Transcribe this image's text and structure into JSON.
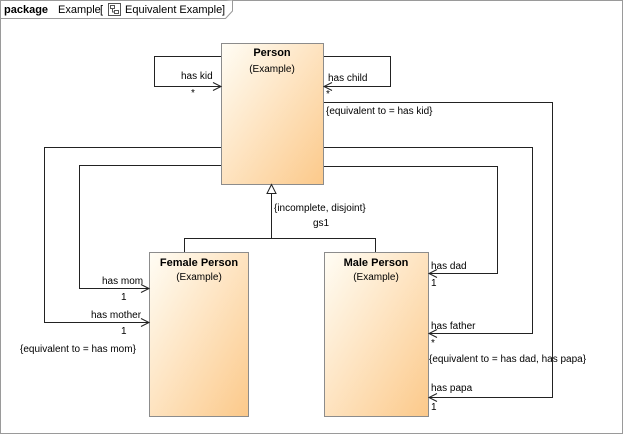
{
  "frame": {
    "keyword": "package",
    "name": "Example",
    "bracket_open": "[",
    "diagram_name": "Equivalent Example",
    "bracket_close": "]",
    "icon": "class-diagram-icon"
  },
  "classes": {
    "person": {
      "name": "Person",
      "owner": "(Example)"
    },
    "female": {
      "name": "Female Person",
      "owner": "(Example)"
    },
    "male": {
      "name": "Male Person",
      "owner": "(Example)"
    }
  },
  "generalization": {
    "constraint": "{incomplete, disjoint}",
    "set_name": "gs1"
  },
  "associations": {
    "has_kid": {
      "role": "has kid",
      "mult": "*"
    },
    "has_child": {
      "role": "has child",
      "mult": "*",
      "constraint": "{equivalent to = has kid}"
    },
    "has_mom": {
      "role": "has mom",
      "mult": "1"
    },
    "has_mother": {
      "role": "has mother",
      "mult": "1",
      "constraint": "{equivalent to = has mom}"
    },
    "has_dad": {
      "role": "has dad",
      "mult": "1"
    },
    "has_father": {
      "role": "has father",
      "mult": "*",
      "constraint": "{equivalent to = has dad, has papa}"
    },
    "has_papa": {
      "role": "has papa",
      "mult": "1"
    }
  },
  "colors": {
    "class_fill_top": "#fffdf5",
    "class_fill_bottom": "#fcc98a",
    "class_border": "#8c8c8c",
    "frame_border": "#9a9a9a"
  }
}
